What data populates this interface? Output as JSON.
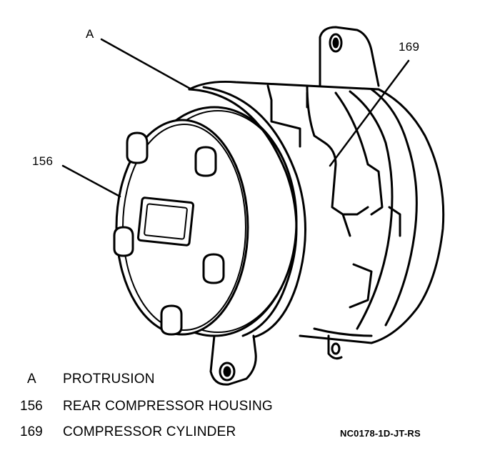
{
  "callouts": {
    "a": "A",
    "housing": "156",
    "cylinder": "169"
  },
  "legend": [
    {
      "key": "A",
      "text": "PROTRUSION"
    },
    {
      "key": "156",
      "text": "REAR COMPRESSOR HOUSING"
    },
    {
      "key": "169",
      "text": "COMPRESSOR CYLINDER"
    }
  ],
  "figure_code": "NC0178-1D-JT-RS"
}
